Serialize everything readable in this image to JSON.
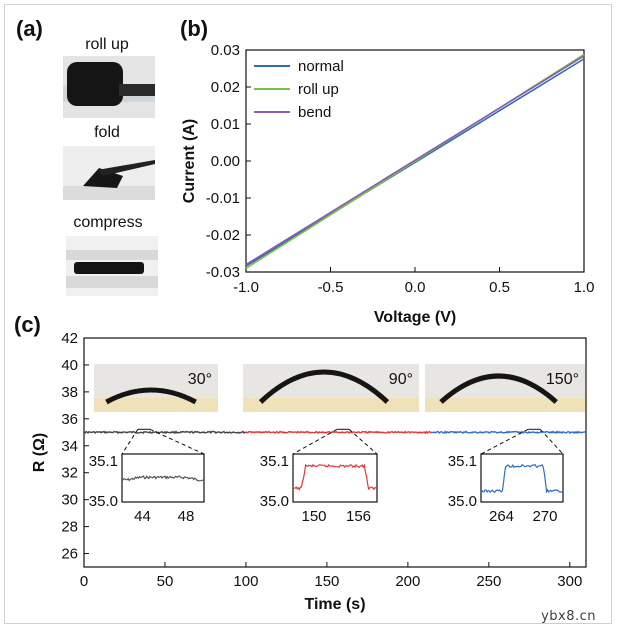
{
  "panels": {
    "a": "(a)",
    "b": "(b)",
    "c": "(c)"
  },
  "photos_a": [
    {
      "label": "roll up"
    },
    {
      "label": "fold"
    },
    {
      "label": "compress"
    }
  ],
  "watermark": "ybx8.cn",
  "chart_data": [
    {
      "type": "line",
      "xlabel": "Voltage (V)",
      "ylabel": "Current (A)",
      "xlim": [
        -1.0,
        1.0
      ],
      "ylim": [
        -0.03,
        0.03
      ],
      "xticks": [
        -1.0,
        -0.5,
        0.0,
        0.5,
        1.0
      ],
      "xtick_labels": [
        "-1.0",
        "-0.5",
        "0.0",
        "0.5",
        "1.0"
      ],
      "yticks": [
        -0.03,
        -0.02,
        -0.01,
        0.0,
        0.01,
        0.02,
        0.03
      ],
      "ytick_labels": [
        "-0.03",
        "-0.02",
        "-0.01",
        "0.00",
        "0.01",
        "0.02",
        "0.03"
      ],
      "legend": "top-left",
      "grid": false,
      "series": [
        {
          "name": "normal",
          "color": "#2e6db4",
          "x": [
            -1.0,
            1.0
          ],
          "y": [
            -0.0284,
            0.0276
          ]
        },
        {
          "name": "roll up",
          "color": "#7cc242",
          "x": [
            -1.0,
            1.0
          ],
          "y": [
            -0.029,
            0.0288
          ]
        },
        {
          "name": "bend",
          "color": "#8a5ab8",
          "x": [
            -1.0,
            1.0
          ],
          "y": [
            -0.028,
            0.0284
          ]
        }
      ]
    },
    {
      "type": "line",
      "xlabel": "Time (s)",
      "ylabel": "R (Ω)",
      "xlim": [
        0,
        310
      ],
      "ylim": [
        25,
        42
      ],
      "xticks": [
        0,
        50,
        100,
        150,
        200,
        250,
        300
      ],
      "xtick_labels": [
        "0",
        "50",
        "100",
        "150",
        "200",
        "250",
        "300"
      ],
      "yticks": [
        26,
        28,
        30,
        32,
        34,
        36,
        38,
        40,
        42
      ],
      "ytick_labels": [
        "26",
        "28",
        "30",
        "32",
        "34",
        "36",
        "38",
        "40",
        "42"
      ],
      "grid": false,
      "series": [
        {
          "color": "#444444",
          "x": [
            0,
            100
          ],
          "y": [
            35.0,
            35.0
          ]
        },
        {
          "color": "#e0383b",
          "x": [
            100,
            215
          ],
          "y": [
            35.0,
            35.0
          ]
        },
        {
          "color": "#2f6fc0",
          "x": [
            215,
            310
          ],
          "y": [
            35.0,
            35.0
          ]
        }
      ],
      "bend_angles": [
        "30°",
        "90°",
        "150°"
      ],
      "insets": [
        {
          "color": "#555555",
          "ylabels": [
            "35.1",
            "35.0"
          ],
          "xlabels": [
            "44",
            "48"
          ],
          "xrange": [
            42,
            50
          ],
          "high": 35.052,
          "low": 35.045,
          "rise": [
            42.6,
            43.8
          ],
          "fall": [
            48.2,
            49.4
          ]
        },
        {
          "color": "#e0383b",
          "ylabels": [
            "35.1",
            "35.0"
          ],
          "xlabels": [
            "150",
            "156"
          ],
          "xrange": [
            149,
            157
          ],
          "high": 35.085,
          "low": 35.02,
          "rise": [
            149.8,
            150.2
          ],
          "fall": [
            155.8,
            156.2
          ]
        },
        {
          "color": "#2f6fc0",
          "ylabels": [
            "35.1",
            "35.0"
          ],
          "xlabels": [
            "264",
            "270"
          ],
          "xrange": [
            262,
            272
          ],
          "high": 35.085,
          "low": 35.012,
          "rise": [
            264.6,
            265.0
          ],
          "fall": [
            269.6,
            270.0
          ]
        }
      ]
    }
  ]
}
